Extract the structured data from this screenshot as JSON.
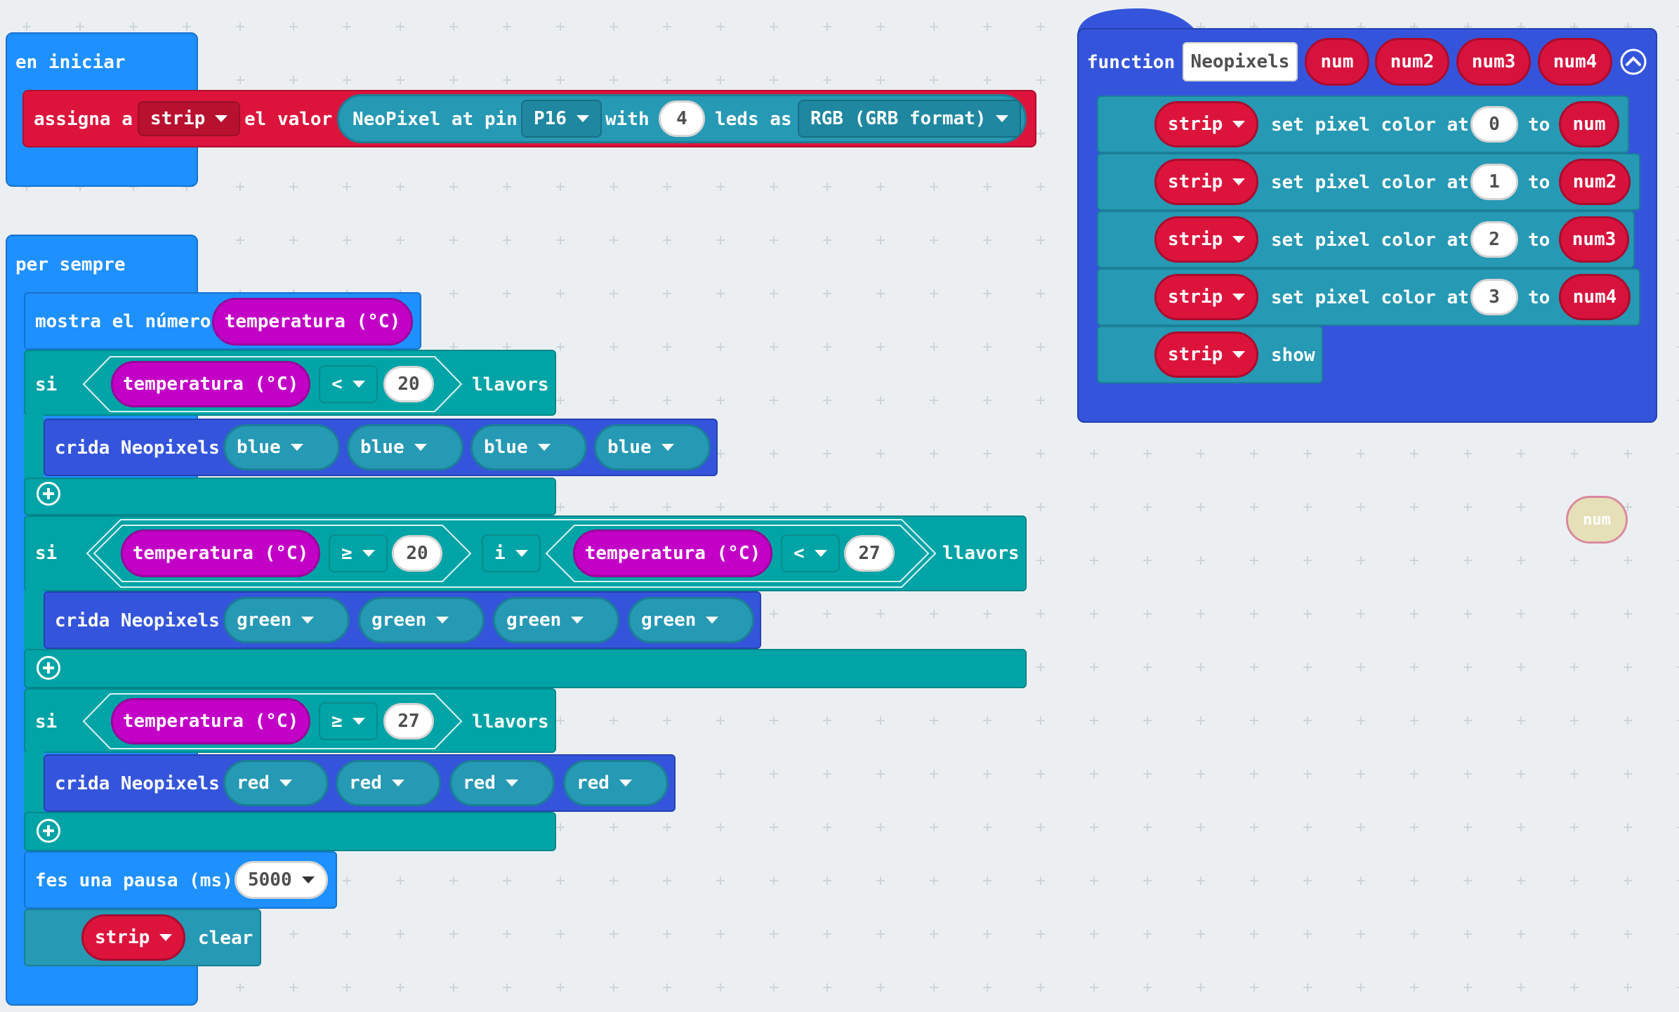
{
  "colors": {
    "event_blue": "#1e90ff",
    "variables_red": "#dc143c",
    "neopixel_teal": "#2699b4",
    "logic_teal": "#00a4a6",
    "function_blue": "#3455db",
    "sensor_magenta": "#c300c6",
    "workspace_bg": "#eceff1"
  },
  "on_start": {
    "label": "en iniciar",
    "set_block": {
      "label_assign": "assigna a",
      "variable": "strip",
      "label_value": "el valor",
      "neopixel": {
        "label_at_pin": "NeoPixel at pin",
        "pin": "P16",
        "label_with": "with",
        "leds": "4",
        "label_leds_as": "leds as",
        "mode": "RGB (GRB format)"
      }
    }
  },
  "forever": {
    "label": "per sempre",
    "show_number": {
      "label": "mostra el número",
      "value": "temperatura (°C)"
    },
    "if1": {
      "label_if": "si",
      "sensor": "temperatura (°C)",
      "op": "<",
      "value": "20",
      "label_then": "llavors",
      "call": {
        "label": "crida Neopixels",
        "args": [
          "blue",
          "blue",
          "blue",
          "blue"
        ]
      }
    },
    "if2": {
      "label_if": "si",
      "left": {
        "sensor": "temperatura (°C)",
        "op": "≥",
        "value": "20"
      },
      "logic": "i",
      "right": {
        "sensor": "temperatura (°C)",
        "op": "<",
        "value": "27"
      },
      "label_then": "llavors",
      "call": {
        "label": "crida Neopixels",
        "args": [
          "green",
          "green",
          "green",
          "green"
        ]
      }
    },
    "if3": {
      "label_if": "si",
      "sensor": "temperatura (°C)",
      "op": "≥",
      "value": "27",
      "label_then": "llavors",
      "call": {
        "label": "crida Neopixels",
        "args": [
          "red",
          "red",
          "red",
          "red"
        ]
      }
    },
    "pause": {
      "label": "fes una pausa (ms)",
      "value": "5000"
    },
    "clear": {
      "variable": "strip",
      "label": "clear"
    }
  },
  "function_def": {
    "label": "function",
    "name": "Neopixels",
    "params": [
      "num",
      "num2",
      "num3",
      "num4"
    ],
    "rows": [
      {
        "variable": "strip",
        "label": "set pixel color at",
        "index": "0",
        "label_to": "to",
        "color": "num"
      },
      {
        "variable": "strip",
        "label": "set pixel color at",
        "index": "1",
        "label_to": "to",
        "color": "num2"
      },
      {
        "variable": "strip",
        "label": "set pixel color at",
        "index": "2",
        "label_to": "to",
        "color": "num3"
      },
      {
        "variable": "strip",
        "label": "set pixel color at",
        "index": "3",
        "label_to": "to",
        "color": "num4"
      }
    ],
    "show": {
      "variable": "strip",
      "label": "show"
    }
  },
  "floating": {
    "label": "num"
  }
}
